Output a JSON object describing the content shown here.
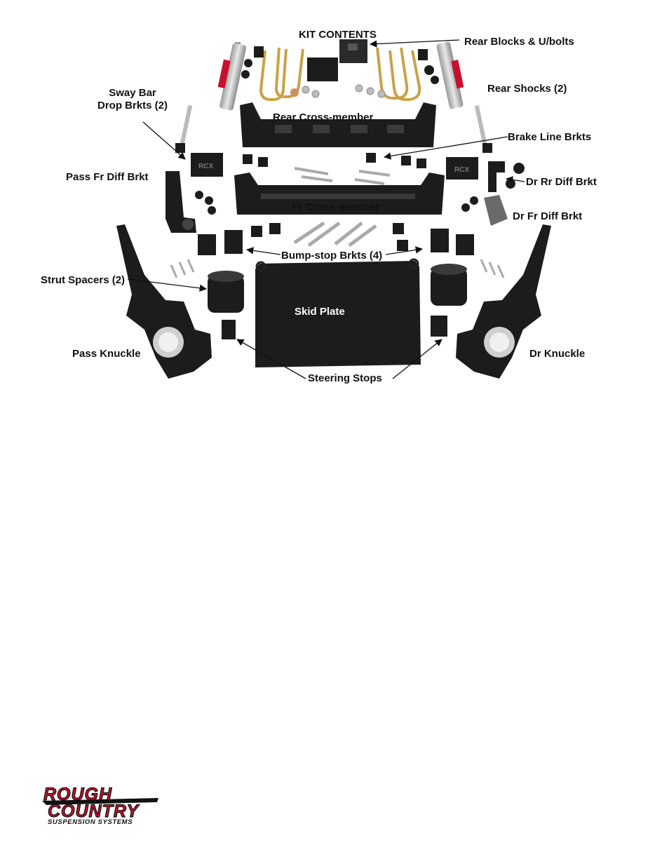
{
  "diagram": {
    "title": "KIT CONTENTS",
    "labels": {
      "rear_blocks": "Rear Blocks & U/bolts",
      "rear_shocks": "Rear Shocks (2)",
      "sway_bar_line1": "Sway Bar",
      "sway_bar_line2": "Drop Brkts (2)",
      "rear_cross": "Rear Cross-member",
      "brake_line": "Brake Line Brkts",
      "pass_fr_diff": "Pass Fr Diff Brkt",
      "dr_rr_diff": "Dr Rr Diff Brkt",
      "fr_cross": "Fr Cross-member",
      "dr_fr_diff": "Dr Fr Diff Brkt",
      "bump_stop": "Bump-stop Brkts (4)",
      "strut_spacers": "Strut Spacers (2)",
      "skid_plate": "Skid Plate",
      "pass_knuckle": "Pass Knuckle",
      "dr_knuckle": "Dr Knuckle",
      "steering_stops": "Steering Stops"
    },
    "part_marks": {
      "rcx_text": "RCX"
    }
  },
  "logo": {
    "line1": "ROUGH",
    "line2": "COUNTRY",
    "line3": "SUSPENSION SYSTEMS",
    "colors": {
      "red": "#c8102e",
      "black": "#111111"
    }
  }
}
